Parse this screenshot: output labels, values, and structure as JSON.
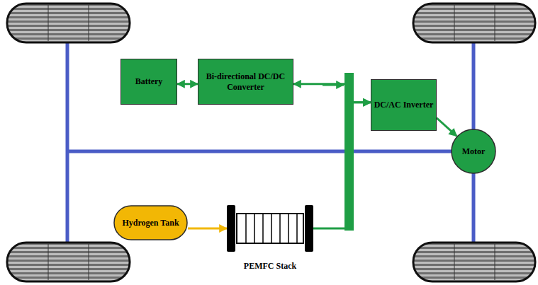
{
  "diagram": {
    "nodes": [
      {
        "text": [
          "Battery"
        ]
      },
      {
        "text": [
          "Bi-directional DC/DC Converter"
        ]
      },
      {
        "text": [
          "DC/AC Inverter"
        ]
      },
      {
        "text": [
          "Motor"
        ]
      },
      {
        "text": [
          "Hydrogen Tank"
        ]
      },
      {
        "text": [
          "PEMFC Stack"
        ]
      }
    ],
    "edges": [
      {
        "from": 0,
        "to": 1,
        "arrow": "both"
      },
      {
        "from": 1,
        "to": 2,
        "arrow": "both"
      },
      {
        "from": 5,
        "to": 2,
        "arrow": "to"
      },
      {
        "from": 2,
        "to": 3,
        "arrow": "to"
      },
      {
        "from": 4,
        "to": 5,
        "arrow": "to"
      }
    ]
  }
}
